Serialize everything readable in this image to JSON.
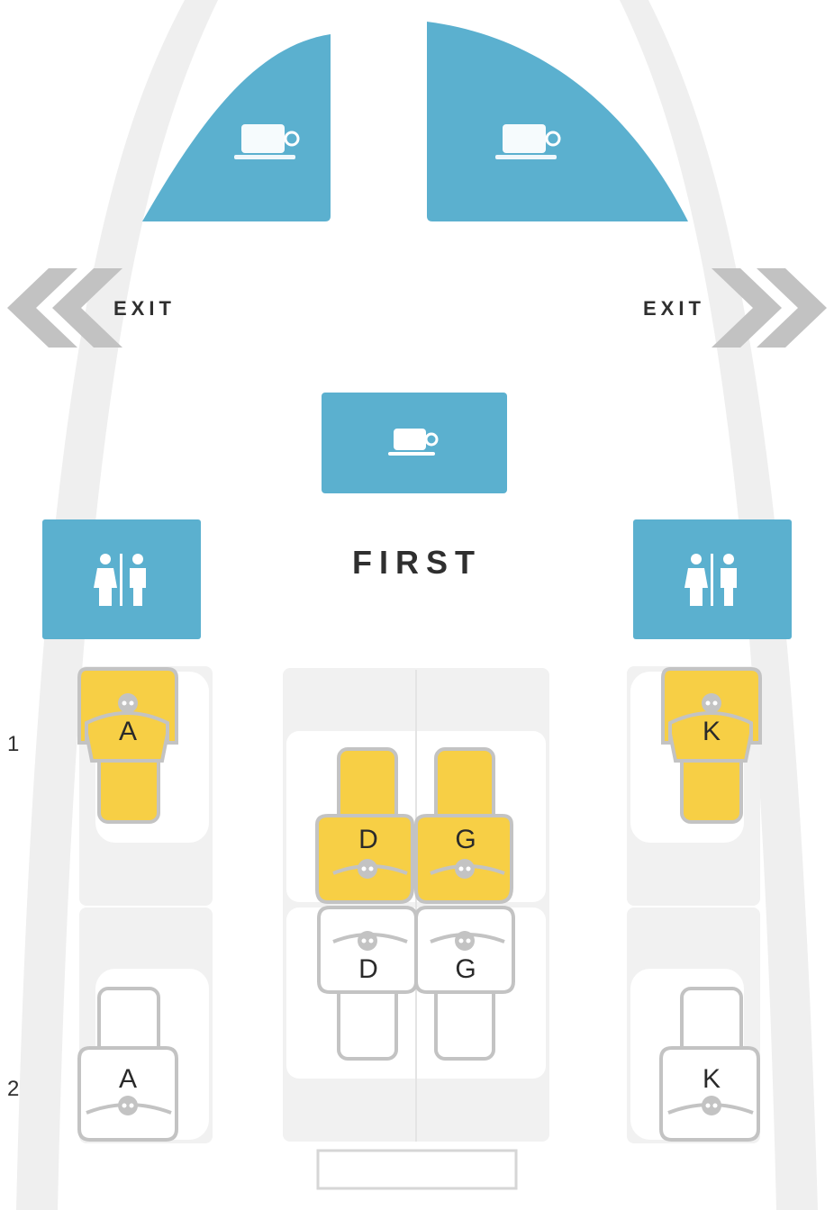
{
  "exits": {
    "left_label": "EXIT",
    "right_label": "EXIT"
  },
  "cabin": {
    "label": "FIRST"
  },
  "rows": [
    {
      "number": "1"
    },
    {
      "number": "2"
    }
  ],
  "seats": [
    {
      "id": "1A",
      "row": "1",
      "letter": "A",
      "status": "selected"
    },
    {
      "id": "1D",
      "row": "1",
      "letter": "D",
      "status": "selected"
    },
    {
      "id": "1G",
      "row": "1",
      "letter": "G",
      "status": "selected"
    },
    {
      "id": "1K",
      "row": "1",
      "letter": "K",
      "status": "selected"
    },
    {
      "id": "2A",
      "row": "2",
      "letter": "A",
      "status": "available"
    },
    {
      "id": "2D",
      "row": "2",
      "letter": "D",
      "status": "available"
    },
    {
      "id": "2G",
      "row": "2",
      "letter": "G",
      "status": "available"
    },
    {
      "id": "2K",
      "row": "2",
      "letter": "K",
      "status": "available"
    }
  ],
  "facilities": [
    {
      "type": "galley",
      "icon": "coffee-cup-icon"
    },
    {
      "type": "galley",
      "icon": "coffee-cup-icon"
    },
    {
      "type": "galley",
      "icon": "coffee-cup-icon"
    },
    {
      "type": "lavatory",
      "icon": "restroom-icon"
    },
    {
      "type": "lavatory",
      "icon": "restroom-icon"
    }
  ],
  "colors": {
    "facility": "#5bb0cf",
    "seat_selected": "#f7cf45",
    "seat_outline": "#c3c3c3",
    "fuselage": "#efefef",
    "exit_arrow": "#c2c2c2",
    "text": "#2f2f2f"
  }
}
